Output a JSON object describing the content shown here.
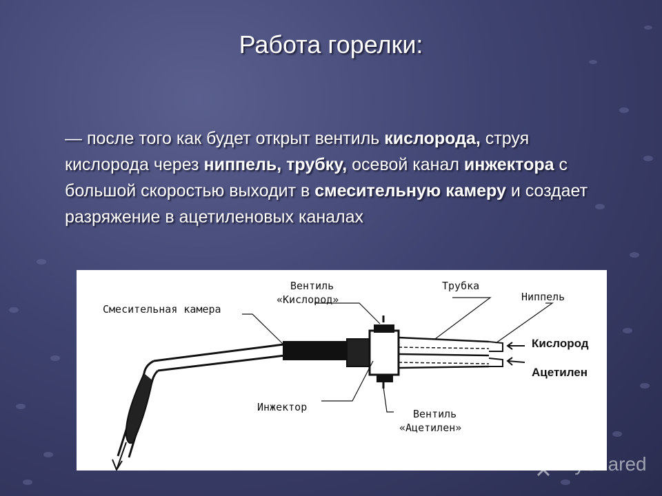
{
  "slide": {
    "title": "Работа горелки:",
    "paragraph": [
      {
        "text": "— после того как будет открыт вентиль ",
        "bold": false
      },
      {
        "text": "кислорода,",
        "bold": true
      },
      {
        "text": " струя кислорода через ",
        "bold": false
      },
      {
        "text": "ниппель, трубку,",
        "bold": true
      },
      {
        "text": " осевой канал ",
        "bold": false
      },
      {
        "text": "инжектора",
        "bold": true
      },
      {
        "text": " с большой скоростью выходит в ",
        "bold": false
      },
      {
        "text": "смесительную камеру",
        "bold": true
      },
      {
        "text": " и создает разряжение в ацетиленовых каналах",
        "bold": false
      }
    ]
  },
  "diagram": {
    "labels": {
      "mixing_chamber": "Смесительная камера",
      "valve_oxygen_line1": "Вентиль",
      "valve_oxygen_line2": "«Кислород»",
      "tube": "Трубка",
      "nipple": "Ниппель",
      "oxygen": "Кислород",
      "acetylene": "Ацетилен",
      "injector": "Инжектор",
      "valve_acetylene_line1": "Вентиль",
      "valve_acetylene_line2": "«Ацетилен»"
    }
  },
  "watermark": {
    "text": "MyShared",
    "icon": "projector-screen-icon"
  }
}
